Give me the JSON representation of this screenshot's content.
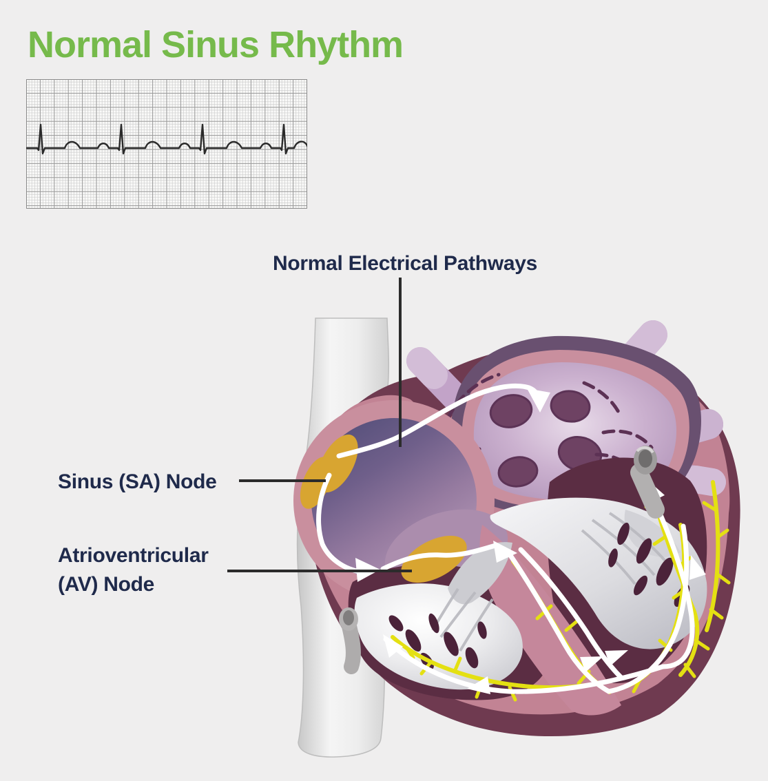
{
  "title": {
    "text": "Normal Sinus Rhythm",
    "color": "#76ba4b"
  },
  "ecg": {
    "beats_visible": 4,
    "paper_color": "#fafaf9",
    "grid_minor_color": "#cccccc",
    "grid_major_color": "#9b9b9b",
    "trace_color": "#2a2a2a"
  },
  "annotations": {
    "pathways": {
      "text": "Normal Electrical Pathways"
    },
    "sa_node": {
      "text": "Sinus (SA) Node"
    },
    "av_node": {
      "line1": "Atrioventricular",
      "line2": "(AV) Node"
    },
    "text_color": "#1f2a4b",
    "pointer_color": "#2b2b2b"
  },
  "heart": {
    "structures": [
      "superior-vena-cava",
      "right-atrium",
      "left-atrium",
      "pulmonary-veins",
      "sinus-sa-node",
      "atrioventricular-av-node",
      "bachmann-bundle-arrow",
      "bundle-branches",
      "purkinje-fibers",
      "right-ventricle",
      "left-ventricle",
      "interventricular-septum"
    ],
    "colors": {
      "background": "#efeeee",
      "myocardium_pink": "#c28394",
      "myocardium_shadow": "#6f3a50",
      "atrium_wall_pink": "#c98f9e",
      "left_atrium_outer": "#695070",
      "left_atrium_fill": "#c3a8c8",
      "vein_ostia": "#6e4263",
      "right_atrium_top": "#514d78",
      "right_atrium_bottom": "#b79ab8",
      "node_gold": "#d8a531",
      "purkinje_yellow": "#e4e012",
      "pathway_white": "#ffffff",
      "vena_cava_gray": "#d9d9d9",
      "pulmonary_vein_purple": "#c2a3c8",
      "ventricle_cavity": "#5b2d43",
      "papillary_dark": "#4b2239",
      "chordae_silver": "#ccccd1"
    }
  }
}
